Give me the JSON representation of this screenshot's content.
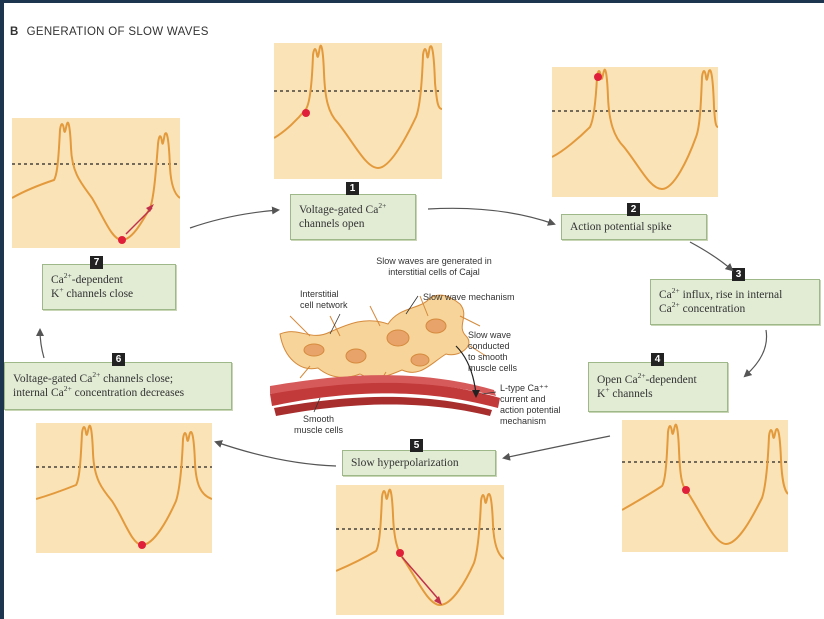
{
  "figure": {
    "letter": "B",
    "title": "GENERATION OF SLOW WAVES"
  },
  "steps": [
    {
      "number": "1",
      "line1_pre": "Voltage-gated Ca",
      "line1_sup": "2+",
      "line1_post": "",
      "line2_pre": "channels open",
      "line2_sup": "",
      "line2_post": ""
    },
    {
      "number": "2",
      "line1_pre": "Action potential spike",
      "line1_sup": "",
      "line1_post": "",
      "line2_pre": "",
      "line2_sup": "",
      "line2_post": ""
    },
    {
      "number": "3",
      "line1_pre": "Ca",
      "line1_sup": "2+",
      "line1_post": " influx, rise in internal",
      "line2_pre": "Ca",
      "line2_sup": "2+",
      "line2_post": " concentration"
    },
    {
      "number": "4",
      "line1_pre": "Open Ca",
      "line1_sup": "2+",
      "line1_post": "-dependent",
      "line2_pre": "K",
      "line2_sup": "+",
      "line2_post": " channels"
    },
    {
      "number": "5",
      "line1_pre": "Slow hyperpolarization",
      "line1_sup": "",
      "line1_post": "",
      "line2_pre": "",
      "line2_sup": "",
      "line2_post": ""
    },
    {
      "number": "6",
      "line1_pre": "Voltage-gated Ca",
      "line1_sup": "2+",
      "line1_post": " channels close;",
      "line2_pre": "internal Ca",
      "line2_sup": "2+",
      "line2_post": " concentration decreases"
    },
    {
      "number": "7",
      "line1_pre": "Ca",
      "line1_sup": "2+",
      "line1_post": "-dependent",
      "line2_pre": "K",
      "line2_sup": "+",
      "line2_post": " channels close"
    }
  ],
  "center": {
    "title_line1": "Slow waves are generated in",
    "title_line2": "interstitial cells of Cajal",
    "labels": {
      "network_line1": "Interstitial",
      "network_line2": "cell network",
      "mechanism": "Slow wave mechanism",
      "conducted_line1": "Slow wave",
      "conducted_line2": "conducted",
      "conducted_line3": "to smooth",
      "conducted_line4": "muscle cells",
      "ltype_line1": "L-type Ca⁺⁺",
      "ltype_line2": "current and",
      "ltype_line3": "action potential",
      "ltype_line4": "mechanism",
      "smooth_line1": "Smooth",
      "smooth_line2": "muscle cells"
    }
  },
  "colors": {
    "panel_bg": "#fbe3b8",
    "trace": "#e39a3c",
    "marker": "#e0203a",
    "step_bg": "#e2ecd5",
    "muscle": "#c23a3a",
    "icc": "#f3c27a"
  }
}
